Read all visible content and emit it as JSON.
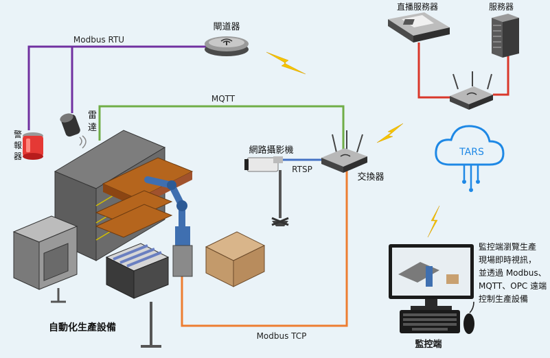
{
  "labels": {
    "gateway": "閘道器",
    "streaming_server": "直播服務器",
    "server": "服務器",
    "modbus_rtu": "Modbus RTU",
    "mqtt": "MQTT",
    "radar": "雷\n達",
    "alarm": "警\n報\n器",
    "ip_camera": "網路攝影機",
    "rtsp": "RTSP",
    "switch": "交換器",
    "tars": "TARS",
    "modbus_tcp": "Modbus TCP",
    "automation_equipment": "自動化生產設備",
    "monitor_description": "監控端瀏覽生產\n現場即時視訊，\n並透過 Modbus、\nMQTT、OPC 遠端\n控制生產設備",
    "monitor_terminal": "監控端"
  },
  "colors": {
    "modbus_rtu_line": "#7030a0",
    "mqtt_line": "#70ad47",
    "rtsp_line": "#4472c4",
    "modbus_tcp_line": "#ed7d31",
    "server_link_line": "#d9372a",
    "tars_cloud": "#1e88e5",
    "lightning": "#f5c400"
  }
}
